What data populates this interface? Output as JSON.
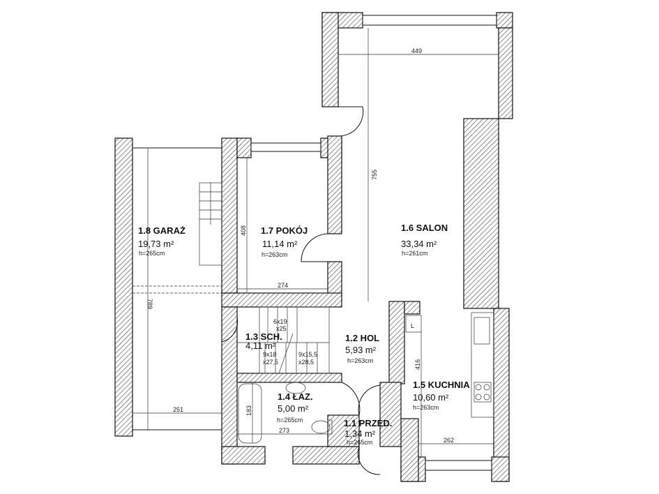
{
  "plan": {
    "rooms": [
      {
        "id": "1.1",
        "name": "1.1 PRZED.",
        "area": "1,34 m²",
        "height": "h=265cm"
      },
      {
        "id": "1.2",
        "name": "1.2 HOL",
        "area": "5,93 m²",
        "height": "h=263cm"
      },
      {
        "id": "1.3",
        "name": "1.3 SCH.",
        "area": "4,11 m²"
      },
      {
        "id": "1.4",
        "name": "1.4 ŁAZ.",
        "area": "5,00 m²",
        "height": "h=265cm"
      },
      {
        "id": "1.5",
        "name": "1.5 KUCHNIA",
        "area": "10,60 m²",
        "height": "h=263cm"
      },
      {
        "id": "1.6",
        "name": "1.6 SALON",
        "area": "33,34 m²",
        "height": "h=261cm"
      },
      {
        "id": "1.7",
        "name": "1.7 POKÓJ",
        "area": "11,14 m²",
        "height": "h=263cm"
      },
      {
        "id": "1.8",
        "name": "1.8 GARAŻ",
        "area": "19,73 m²",
        "height": "h=265cm"
      }
    ],
    "dimensions": {
      "salon_width": "449",
      "salon_length": "755",
      "pokoj_length": "408",
      "pokoj_width": "274",
      "garaz_length": "789",
      "garaz_width": "251",
      "laz_length": "183",
      "laz_width": "273",
      "kuchnia_length": "416",
      "kuchnia_width": "262"
    },
    "stairs": {
      "upper_count": "6x19",
      "upper_tread": "x25",
      "lower_left_count": "9x18",
      "lower_left_tread": "x27,5",
      "lower_right_count": "9x15,5",
      "lower_right_tread": "x28,5"
    },
    "kitchen_label": "L",
    "colors": {
      "wall_outline": "#111111",
      "background": "#ffffff"
    }
  }
}
